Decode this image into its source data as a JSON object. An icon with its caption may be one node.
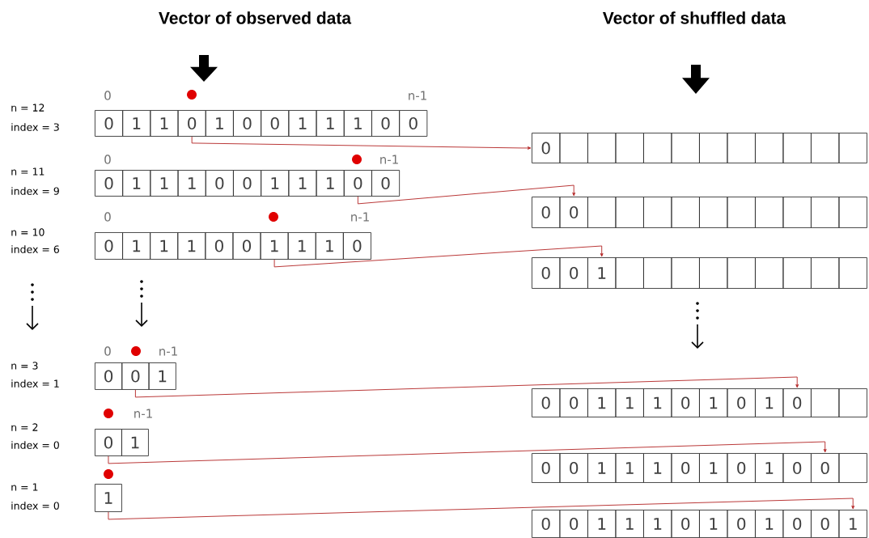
{
  "diagram": {
    "nodes": [
      {
        "text": [
          "0"
        ]
      },
      {
        "text": [
          "1"
        ]
      },
      {
        "text": [
          "1"
        ]
      },
      {
        "text": [
          "0"
        ]
      },
      {
        "text": [
          "1"
        ]
      },
      {
        "text": [
          "0"
        ]
      },
      {
        "text": [
          "0"
        ]
      },
      {
        "text": [
          "1"
        ]
      },
      {
        "text": [
          "1"
        ]
      },
      {
        "text": [
          "1"
        ]
      },
      {
        "text": [
          "0"
        ]
      },
      {
        "text": [
          "0"
        ]
      },
      {
        "text": [
          "0"
        ]
      },
      {
        "text": [],
        "shape": "box"
      },
      {
        "text": [],
        "shape": "box"
      },
      {
        "text": [],
        "shape": "box"
      },
      {
        "text": [],
        "shape": "box"
      },
      {
        "text": [],
        "shape": "box"
      },
      {
        "text": [],
        "shape": "box"
      },
      {
        "text": [],
        "shape": "box"
      },
      {
        "text": [],
        "shape": "box"
      },
      {
        "text": [],
        "shape": "box"
      },
      {
        "text": [],
        "shape": "box"
      },
      {
        "text": [],
        "shape": "box"
      },
      {
        "text": [
          "0"
        ]
      },
      {
        "text": [
          "1"
        ]
      },
      {
        "text": [
          "1"
        ]
      },
      {
        "text": [
          "1"
        ]
      },
      {
        "text": [
          "0"
        ]
      },
      {
        "text": [
          "0"
        ]
      },
      {
        "text": [
          "1"
        ]
      },
      {
        "text": [
          "1"
        ]
      },
      {
        "text": [
          "1"
        ]
      },
      {
        "text": [
          "0"
        ]
      },
      {
        "text": [
          "0"
        ]
      },
      {
        "text": [
          "0"
        ]
      },
      {
        "text": [
          "0"
        ]
      },
      {
        "text": [],
        "shape": "box"
      },
      {
        "text": [],
        "shape": "box"
      },
      {
        "text": [],
        "shape": "box"
      },
      {
        "text": [],
        "shape": "box"
      },
      {
        "text": [],
        "shape": "box"
      },
      {
        "text": [],
        "shape": "box"
      },
      {
        "text": [],
        "shape": "box"
      },
      {
        "text": [],
        "shape": "box"
      },
      {
        "text": [],
        "shape": "box"
      },
      {
        "text": [],
        "shape": "box"
      },
      {
        "text": [
          "0"
        ]
      },
      {
        "text": [
          "1"
        ]
      },
      {
        "text": [
          "1"
        ]
      },
      {
        "text": [
          "1"
        ]
      },
      {
        "text": [
          "0"
        ]
      },
      {
        "text": [
          "0"
        ]
      },
      {
        "text": [
          "1"
        ]
      },
      {
        "text": [
          "1"
        ]
      },
      {
        "text": [
          "1"
        ]
      },
      {
        "text": [
          "0"
        ]
      },
      {
        "text": [
          "0"
        ]
      },
      {
        "text": [
          "0"
        ]
      },
      {
        "text": [
          "1"
        ]
      },
      {
        "text": [],
        "shape": "box"
      },
      {
        "text": [],
        "shape": "box"
      },
      {
        "text": [],
        "shape": "box"
      },
      {
        "text": [],
        "shape": "box"
      },
      {
        "text": [],
        "shape": "box"
      },
      {
        "text": [],
        "shape": "box"
      },
      {
        "text": [],
        "shape": "box"
      },
      {
        "text": [],
        "shape": "box"
      },
      {
        "text": [],
        "shape": "box"
      },
      {
        "text": [
          "0"
        ]
      },
      {
        "text": [
          "0"
        ]
      },
      {
        "text": [
          "1"
        ]
      },
      {
        "text": [
          "0"
        ]
      },
      {
        "text": [
          "0"
        ]
      },
      {
        "text": [
          "1"
        ]
      },
      {
        "text": [
          "1"
        ]
      },
      {
        "text": [
          "1"
        ]
      },
      {
        "text": [
          "0"
        ]
      },
      {
        "text": [
          "1"
        ]
      },
      {
        "text": [
          "0"
        ]
      },
      {
        "text": [
          "1"
        ]
      },
      {
        "text": [
          "0"
        ]
      },
      {
        "text": [],
        "shape": "box"
      },
      {
        "text": [],
        "shape": "box"
      },
      {
        "text": [
          "0"
        ]
      },
      {
        "text": [
          "1"
        ]
      },
      {
        "text": [
          "0"
        ]
      },
      {
        "text": [
          "0"
        ]
      },
      {
        "text": [
          "1"
        ]
      },
      {
        "text": [
          "1"
        ]
      },
      {
        "text": [
          "1"
        ]
      },
      {
        "text": [
          "0"
        ]
      },
      {
        "text": [
          "1"
        ]
      },
      {
        "text": [
          "0"
        ]
      },
      {
        "text": [
          "1"
        ]
      },
      {
        "text": [
          "0"
        ]
      },
      {
        "text": [
          "0"
        ]
      },
      {
        "text": [],
        "shape": "box"
      },
      {
        "text": [
          "1"
        ]
      },
      {
        "text": [
          "0"
        ]
      },
      {
        "text": [
          "0"
        ]
      },
      {
        "text": [
          "1"
        ]
      },
      {
        "text": [
          "1"
        ]
      },
      {
        "text": [
          "1"
        ]
      },
      {
        "text": [
          "0"
        ]
      },
      {
        "text": [
          "1"
        ]
      },
      {
        "text": [
          "0"
        ]
      },
      {
        "text": [
          "1"
        ]
      },
      {
        "text": [
          "0"
        ]
      },
      {
        "text": [
          "0"
        ]
      },
      {
        "text": [
          "1"
        ]
      }
    ],
    "edges": [
      {
        "from": 3,
        "to": 12,
        "arrow": "to"
      },
      {
        "from": 33,
        "to": 36,
        "arrow": "to"
      },
      {
        "from": 53,
        "to": 59,
        "arrow": "to"
      },
      {
        "from": 70,
        "to": 81,
        "arrow": "to"
      },
      {
        "from": 84,
        "to": 96,
        "arrow": "to"
      },
      {
        "from": 98,
        "to": 110,
        "arrow": "to"
      }
    ],
    "labels": [
      "Vector of observed data",
      "Vector of shuffled data",
      "0",
      "n-1",
      "n = 12",
      "index = 3",
      "0",
      "n-1",
      "n = 11",
      "index = 9",
      "0",
      "n-1",
      "n = 10",
      "index = 6",
      "0",
      "n-1",
      "n = 3",
      "index = 1",
      "n-1",
      "n = 2",
      "index = 0",
      "n = 1",
      "index = 0"
    ]
  }
}
